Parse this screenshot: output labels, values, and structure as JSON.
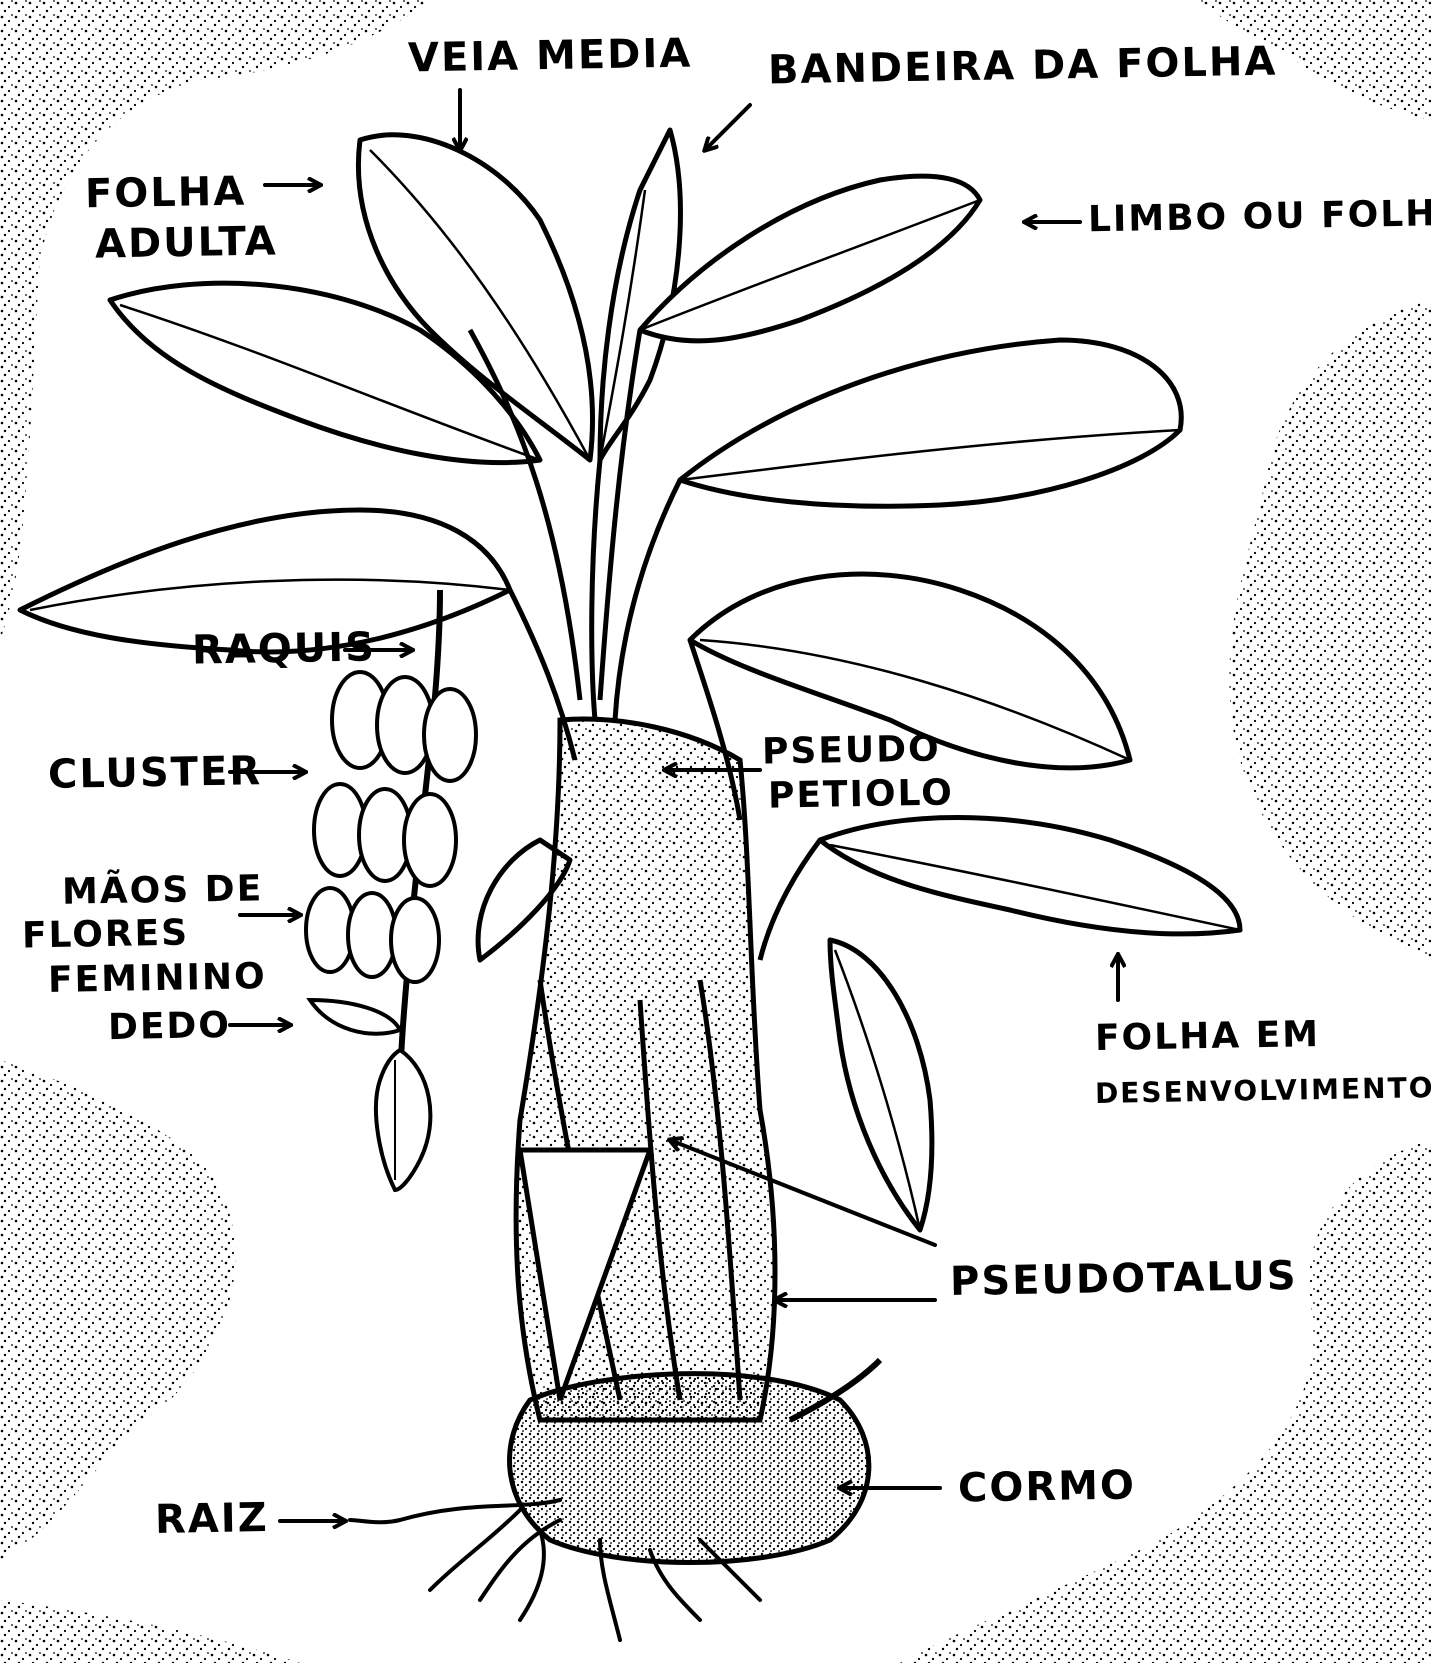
{
  "diagram": {
    "labels": {
      "veia_media": "VEIA MEDIA",
      "bandeira_da_folha": "BANDEIRA DA FOLHA",
      "folha_adulta_1": "FOLHA",
      "folha_adulta_2": "ADULTA",
      "limbo_ou_folha": "LIMBO OU FOLHA",
      "raquis": "RAQUIS",
      "cluster": "CLUSTER",
      "pseudo_peciolo_1": "PSEUDO",
      "pseudo_peciolo_2": "PETIOLO",
      "maos_de_flores_1": "MÃOS DE",
      "maos_de_flores_2": "FLORES",
      "maos_de_flores_3": "FEMININO",
      "dedo": "DEDO",
      "folha_em_desenvolvimento_1": "FOLHA EM",
      "folha_em_desenvolvimento_2": "DESENVOLVIMENTO",
      "pseudotalus": "PSEUDOTALUS",
      "raiz": "RAIZ",
      "cormo": "CORMO"
    },
    "colors": {
      "ink": "#000000",
      "paper": "#ffffff"
    }
  }
}
